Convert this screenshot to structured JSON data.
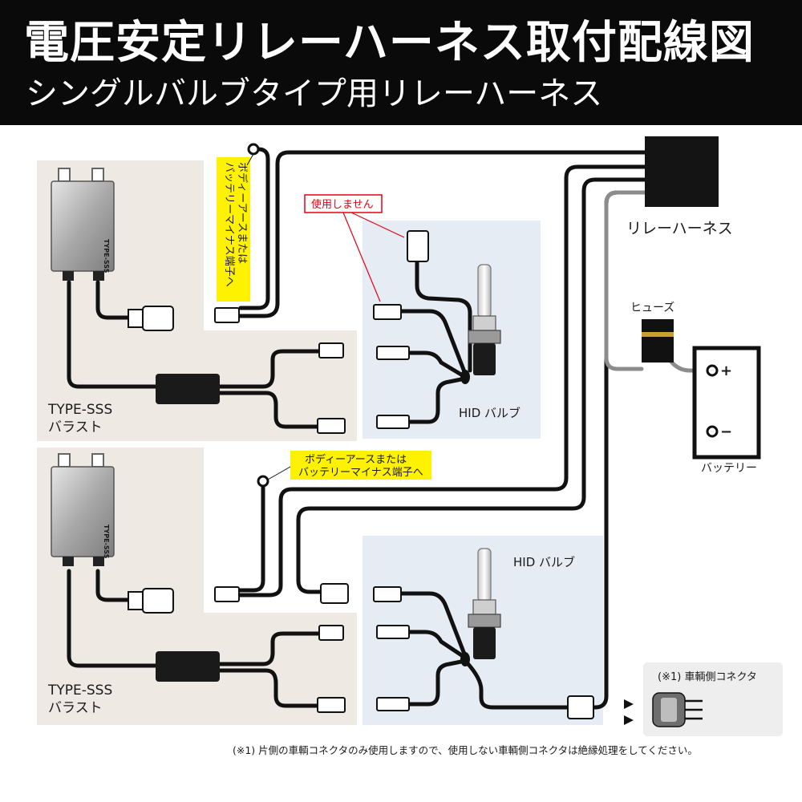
{
  "header": {
    "title": "電圧安定リレーハーネス取付配線図",
    "subtitle": "シングルバルブタイプ用リレーハーネス"
  },
  "labels": {
    "relay_harness": "リレーハーネス",
    "fuse": "ヒューズ",
    "battery": "バッテリー",
    "battery_plus": "+",
    "battery_minus": "−",
    "hid_bulb": "HID バルブ",
    "ballast_line1": "TYPE-SSS",
    "ballast_line2": "バラスト",
    "ballast_case_text": "TYPE-SSS",
    "not_used": "使用しません",
    "ground_note_top_lines": [
      "ボディーアースまたは",
      "バッテリーマイナス端子へ"
    ],
    "ground_note_bottom_lines": [
      "ボディーアースまたは",
      "バッテリーマイナス端子へ"
    ],
    "vehicle_connector": "(※1) 車輌側コネクタ",
    "footnote": "(※1) 片側の車輌コネクタのみ使用しますので、使用しない車輌側コネクタは絶縁処理をしてください。"
  },
  "colors": {
    "header_bg": "#0a0a0a",
    "ballast_panel": "#eeeae3",
    "bulb_panel": "#e6ecf3",
    "callout_yellow": "#fff200",
    "not_used_red": "#e60012",
    "wire": "#111111",
    "gray_wire": "#8c8c8c"
  },
  "icons": [
    "ballast-unit-icon",
    "igniter-box-icon",
    "relay-box-icon",
    "fuse-icon",
    "battery-icon",
    "hid-bulb-icon",
    "connector-icon",
    "ring-terminal-icon",
    "arrow-icon"
  ]
}
